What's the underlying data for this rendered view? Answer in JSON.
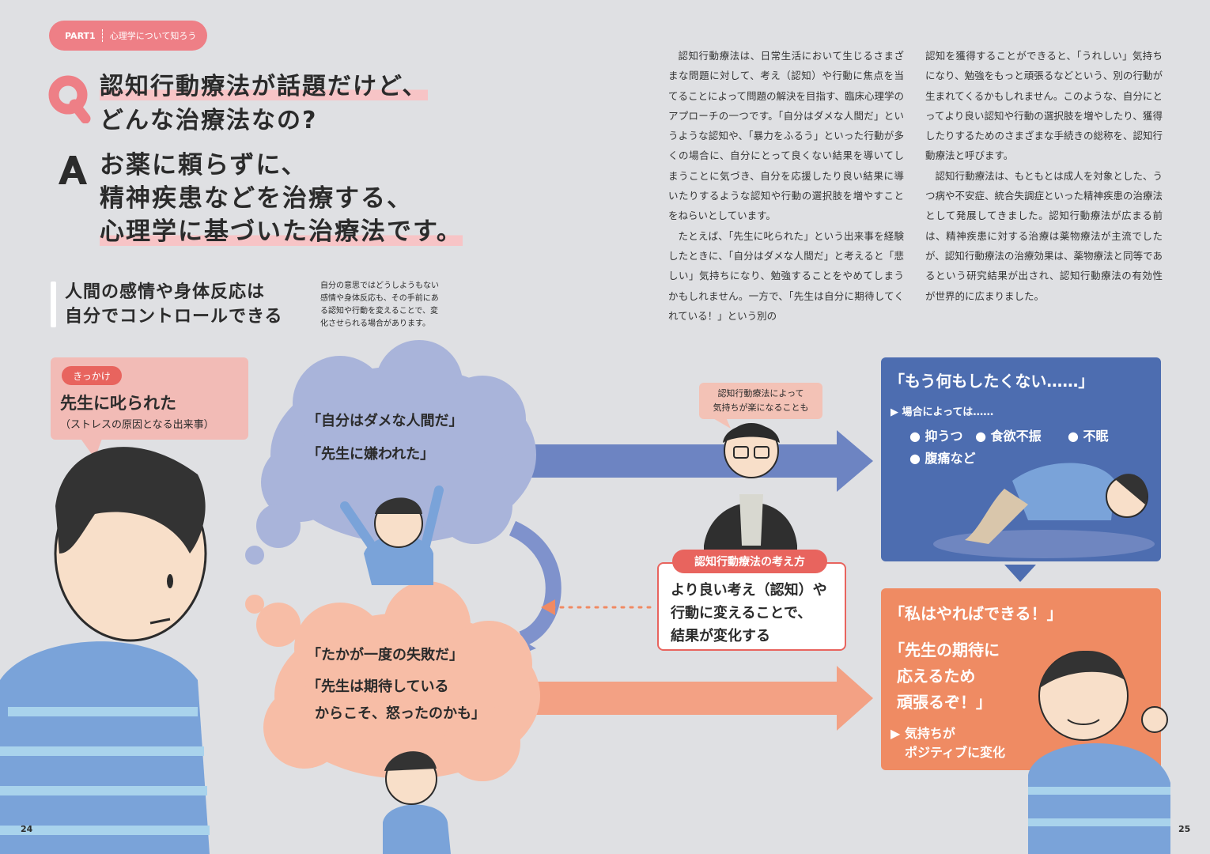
{
  "header": {
    "part": "PART1",
    "section": "心理学について知ろう"
  },
  "question": {
    "line1": "認知行動療法が話題だけど、",
    "line2": "どんな治療法なの?"
  },
  "answer": {
    "line1": "お薬に頼らずに、",
    "line2": "精神疾患などを治療する、",
    "line3": "心理学に基づいた治療法です。"
  },
  "subheading": {
    "line1": "人間の感情や身体反応は",
    "line2": "自分でコントロールできる"
  },
  "subnote": [
    "自分の意思ではどうしようもない",
    "感情や身体反応も、その手前にあ",
    "る認知や行動を変えることで、変",
    "化させられる場合があります。"
  ],
  "body": {
    "col1": [
      "認知行動療法は、日常生活において生じるさまざまな問題に対して、考え（認知）や行動に焦点を当てることによって問題の解決を目指す、臨床心理学のアプローチの一つです。「自分はダメな人間だ」というような認知や、「暴力をふるう」といった行動が多くの場合に、自分にとって良くない結果を導いてしまうことに気づき、自分を応援したり良い結果に導いたりするような認知や行動の選択肢を増やすことをねらいとしています。",
      "たとえば、「先生に叱られた」という出来事を経験したときに、「自分はダメな人間だ」と考えると「悲しい」気持ちになり、勉強することをやめてしまうかもしれません。一方で、「先生は自分に期待してくれている！」という別の"
    ],
    "col2": [
      "認知を獲得することができると、「うれしい」気持ちになり、勉強をもっと頑張るなどという、別の行動が生まれてくるかもしれません。このような、自分にとってより良い認知や行動の選択肢を増やしたり、獲得したりするためのさまざまな手続きの総称を、認知行動療法と呼びます。",
      "認知行動療法は、もともとは成人を対象とした、うつ病や不安症、統合失調症といった精神疾患の治療法として発展してきました。認知行動療法が広まる前は、精神疾患に対する治療は薬物療法が主流でしたが、認知行動療法の治療効果は、薬物療法と同等であるという研究結果が出され、認知行動療法の有効性が世界的に広まりました。"
    ]
  },
  "trigger": {
    "tag": "きっかけ",
    "main": "先生に叱られた",
    "sub": "（ストレスの原因となる出来事）"
  },
  "negative_thought": {
    "line1": "「自分はダメな人間だ」",
    "line2": "「先生に嫌われた」"
  },
  "positive_thought": {
    "line1": "「たかが一度の失敗だ」",
    "line2": "「先生は期待している",
    "line3": "からこそ、怒ったのかも」"
  },
  "cbt_note": {
    "line1": "認知行動療法によって",
    "line2": "気持ちが楽になることも"
  },
  "cbt_box": {
    "tag": "認知行動療法の考え方",
    "line1": "より良い考え（認知）や",
    "line2": "行動に変えることで、",
    "line3": "結果が変化する"
  },
  "negative_result": {
    "quote": "「もう何もしたくない……」",
    "case": "場合によっては……",
    "symptoms": [
      "抑うつ",
      "食欲不振",
      "不眠",
      "腹痛など"
    ]
  },
  "positive_result": {
    "quote1": "「私はやればできる！」",
    "quote2a": "「先生の期待に",
    "quote2b": "応えるため",
    "quote2c": "頑張るぞ！」",
    "note1": "気持ちが",
    "note2": "ポジティブに変化"
  },
  "page_numbers": {
    "left": "24",
    "right": "25"
  },
  "colors": {
    "pink": "#ee7f86",
    "blue_box": "#4d6db0",
    "orange_box": "#ef8b63",
    "thought_blue": "#a9b4da",
    "thought_orange": "#f7bda6"
  }
}
